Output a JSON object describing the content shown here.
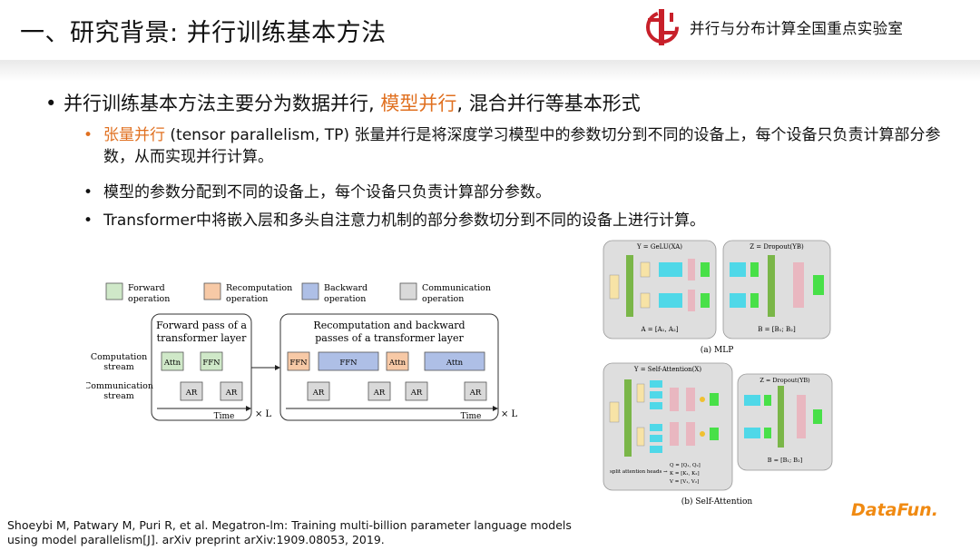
{
  "slide": {
    "title": "一、研究背景: 并行训练基本方法",
    "lab_name": "并行与分布计算全国重点实验室",
    "brand": "DataFun."
  },
  "bullets": {
    "main": {
      "prefix": "并行训练基本方法主要分为数据并行, ",
      "highlight": "模型并行",
      "suffix": ", 混合并行等基本形式"
    },
    "sub1": {
      "highlight": "张量并行",
      "text": " (tensor parallelism, TP) 张量并行是将深度学习模型中的参数切分到不同的设备上，每个设备只负责计算部分参数，从而实现并行计算。"
    },
    "sub2": "模型的参数分配到不同的设备上，每个设备只负责计算部分参数。",
    "sub3": "Transformer中将嵌入层和多头自注意力机制的部分参数切分到不同的设备上进行计算。"
  },
  "diagram_left": {
    "legend": {
      "forward": [
        "Forward",
        "operation"
      ],
      "recomputation": [
        "Recomputation",
        "operation"
      ],
      "backward": [
        "Backward",
        "operation"
      ],
      "communication": [
        "Communication",
        "operation"
      ]
    },
    "colors": {
      "forward": "#cfe8c8",
      "recomputation": "#f7c9a6",
      "backward": "#aebfe6",
      "communication": "#d9d9d9"
    },
    "forward_box_title": [
      "Forward pass of a",
      "transformer layer"
    ],
    "backward_box_title": [
      "Recomputation and backward",
      "passes of a transformer layer"
    ],
    "row_labels": {
      "computation": [
        "Computation",
        "stream"
      ],
      "communication": [
        "Communication",
        "stream"
      ]
    },
    "blocks": {
      "attn": "Attn",
      "ffn_fwd": "FFN",
      "ffn_re": "FFN",
      "ffn_bwd": "FFN",
      "attn_re": "Attn",
      "attn_bwd": "Attn",
      "ar": "AR"
    },
    "time": "Time",
    "times": "× L"
  },
  "diagram_right": {
    "mlp": {
      "header_y": "Y = GeLU(XA)",
      "header_z": "Z = Dropout(YB)",
      "eq_a": "A = [A₁, A₂]",
      "eq_b": "B = [B₁; B₂]",
      "caption": "(a) MLP"
    },
    "attn": {
      "header_y": "Y = Self-Attention(X)",
      "header_z": "Z = Dropout(YB)",
      "split_label": "split attention heads →",
      "split_eqs": [
        "Q = [Q₁, Q₂]",
        "K = [K₁, K₂]",
        "V = [V₁, V₂]"
      ],
      "eq_b": "B = [B₁; B₂]",
      "caption": "(b) Self-Attention"
    }
  },
  "citation": {
    "line1": "Shoeybi M, Patwary M, Puri R, et al. Megatron-lm: Training multi-billion parameter language models",
    "line2": "using model parallelism[J]. arXiv preprint arXiv:1909.08053, 2019."
  }
}
